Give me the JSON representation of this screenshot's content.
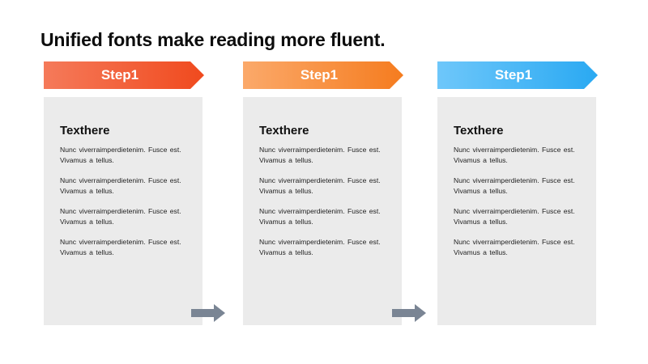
{
  "title": "Unified fonts make reading more fluent.",
  "colors": {
    "step1_gradient": [
      "#f57a5a",
      "#f04a1e"
    ],
    "step2_gradient": [
      "#fba96a",
      "#f57c1f"
    ],
    "step3_gradient": [
      "#6ec7fa",
      "#2aa9f2"
    ],
    "card_background": "#ebebeb",
    "connector_arrow": "#7a8594"
  },
  "steps": [
    {
      "label": "Step1",
      "heading": "Texthere",
      "paragraphs": [
        "Nunc viverraimperdietenim. Fusce est. Vivamus a tellus.",
        "Nunc viverraimperdietenim. Fusce est. Vivamus a tellus.",
        "Nunc viverraimperdietenim. Fusce est. Vivamus a tellus.",
        "Nunc viverraimperdietenim. Fusce est. Vivamus a tellus."
      ]
    },
    {
      "label": "Step1",
      "heading": "Texthere",
      "paragraphs": [
        "Nunc viverraimperdietenim. Fusce est. Vivamus a tellus.",
        "Nunc viverraimperdietenim. Fusce est. Vivamus a tellus.",
        "Nunc viverraimperdietenim. Fusce est. Vivamus a tellus.",
        "Nunc viverraimperdietenim. Fusce est. Vivamus a tellus."
      ]
    },
    {
      "label": "Step1",
      "heading": "Texthere",
      "paragraphs": [
        "Nunc viverraimperdietenim. Fusce est. Vivamus a tellus.",
        "Nunc viverraimperdietenim. Fusce est. Vivamus a tellus.",
        "Nunc viverraimperdietenim. Fusce est. Vivamus a tellus.",
        "Nunc viverraimperdietenim. Fusce est. Vivamus a tellus."
      ]
    }
  ]
}
